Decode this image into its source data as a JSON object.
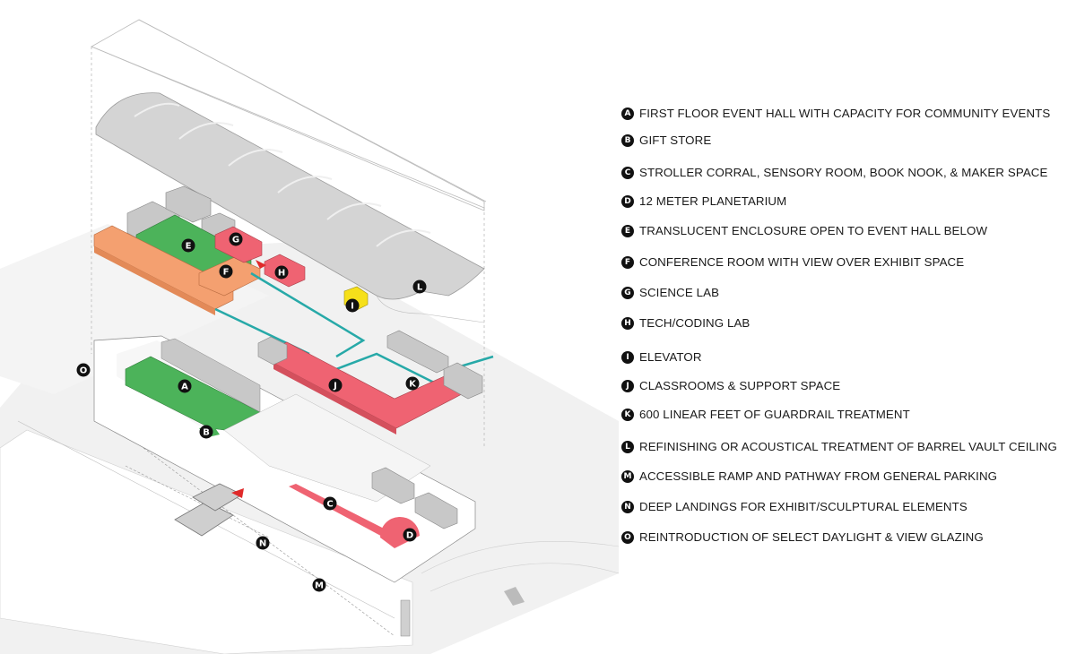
{
  "title": "Exploded axonometric diagram of building program",
  "colors": {
    "green": "#4cb35a",
    "orange": "#f4a070",
    "pink": "#ef6372",
    "yellow": "#f6e01a",
    "teal": "#27a9a8",
    "gray_volume": "#c8c8c8",
    "vault_gray": "#d4d4d4",
    "ground": "#efefef",
    "marker": "#111111"
  },
  "markers": [
    {
      "key": "A",
      "label": "A"
    },
    {
      "key": "B",
      "label": "B"
    },
    {
      "key": "C",
      "label": "C"
    },
    {
      "key": "D",
      "label": "D"
    },
    {
      "key": "E",
      "label": "E"
    },
    {
      "key": "F",
      "label": "F"
    },
    {
      "key": "G",
      "label": "G"
    },
    {
      "key": "H",
      "label": "H"
    },
    {
      "key": "I",
      "label": "I"
    },
    {
      "key": "J",
      "label": "J"
    },
    {
      "key": "K",
      "label": "K"
    },
    {
      "key": "L",
      "label": "L"
    },
    {
      "key": "M",
      "label": "M"
    },
    {
      "key": "N",
      "label": "N"
    },
    {
      "key": "O",
      "label": "O"
    }
  ],
  "legend": [
    {
      "key": "A",
      "text": "FIRST FLOOR EVENT HALL WITH CAPACITY FOR COMMUNITY EVENTS"
    },
    {
      "key": "B",
      "text": "GIFT STORE"
    },
    {
      "key": "C",
      "text": "STROLLER CORRAL, SENSORY ROOM, BOOK NOOK, & MAKER SPACE"
    },
    {
      "key": "D",
      "text": "12 METER PLANETARIUM"
    },
    {
      "key": "E",
      "text": "TRANSLUCENT ENCLOSURE OPEN TO EVENT HALL BELOW"
    },
    {
      "key": "F",
      "text": "CONFERENCE ROOM WITH VIEW OVER EXHIBIT SPACE"
    },
    {
      "key": "G",
      "text": "SCIENCE LAB"
    },
    {
      "key": "H",
      "text": "TECH/CODING LAB"
    },
    {
      "key": "I",
      "text": "ELEVATOR"
    },
    {
      "key": "J",
      "text": "CLASSROOMS & SUPPORT SPACE"
    },
    {
      "key": "K",
      "text": "600 LINEAR FEET OF GUARDRAIL TREATMENT"
    },
    {
      "key": "L",
      "text": "REFINISHING OR ACOUSTICAL TREATMENT OF BARREL VAULT CEILING"
    },
    {
      "key": "M",
      "text": "ACCESSIBLE RAMP AND PATHWAY FROM GENERAL PARKING"
    },
    {
      "key": "N",
      "text": "DEEP LANDINGS FOR EXHIBIT/SCULPTURAL ELEMENTS"
    },
    {
      "key": "O",
      "text": "REINTRODUCTION OF SELECT DAYLIGHT & VIEW GLAZING"
    }
  ]
}
